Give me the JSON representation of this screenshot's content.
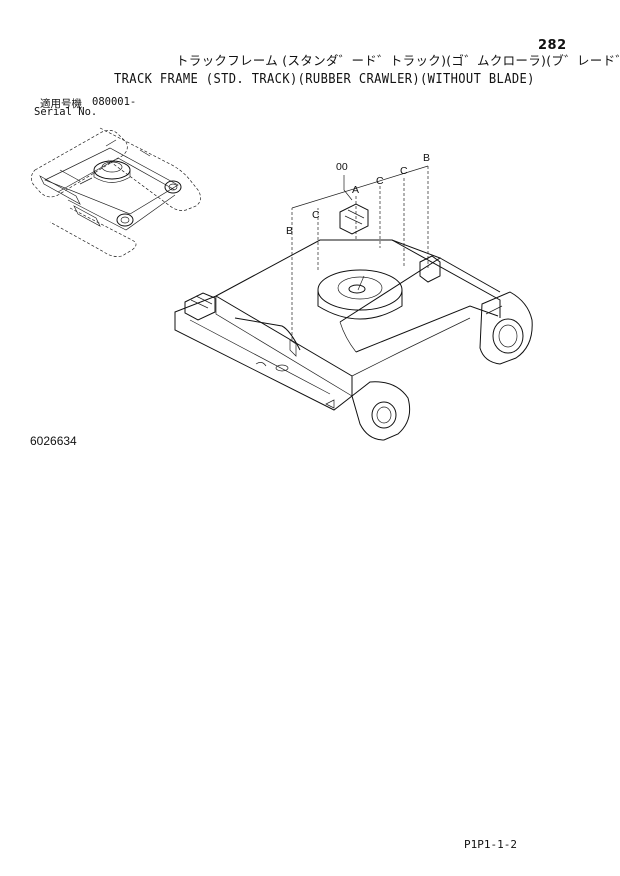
{
  "page": {
    "number": "282",
    "title_jp": "トラックフレーム (スタンダ゛ード゛トラック)(ゴ゛ムクローラ)(ブ゛レード゛無)",
    "title_en": "TRACK FRAME (STD. TRACK)(RUBBER CRAWLER)(WITHOUT BLADE)",
    "serial_label_jp": "適用号機",
    "serial_value": "080001-",
    "serial_label_en": "Serial No.",
    "drawing_number": "6026634",
    "page_ref": "P1P1-1-2"
  },
  "callouts": {
    "b_left": "B",
    "c_left": "C",
    "oo": "00",
    "a": "A",
    "c_mid": "C",
    "c_right": "C",
    "b_right": "B"
  }
}
